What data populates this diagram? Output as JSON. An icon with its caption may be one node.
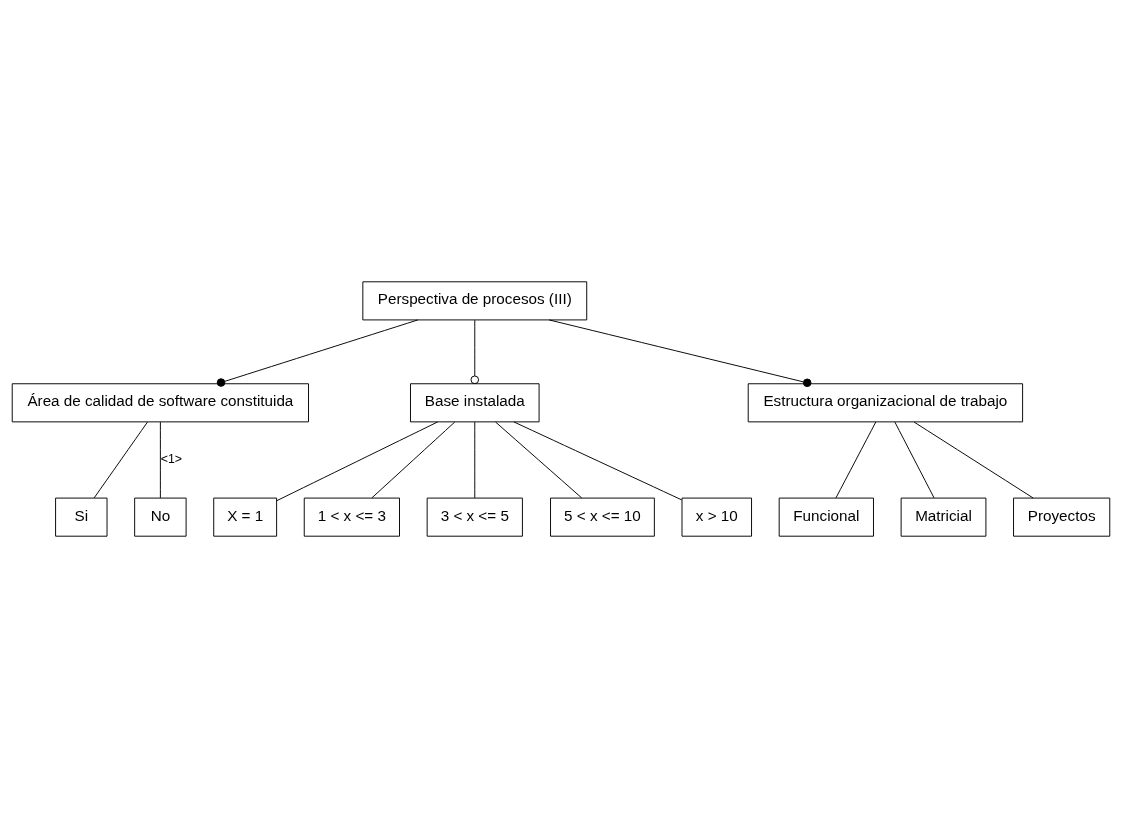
{
  "diagram": {
    "nodes": [
      {
        "text": [
          "Perspectiva de procesos (III)"
        ]
      },
      {
        "text": [
          "Área de calidad de software constituida"
        ]
      },
      {
        "text": [
          "Base instalada"
        ]
      },
      {
        "text": [
          "Estructura organizacional de trabajo"
        ]
      },
      {
        "text": [
          "Si"
        ]
      },
      {
        "text": [
          "No"
        ]
      },
      {
        "text": [
          "X = 1"
        ]
      },
      {
        "text": [
          "1 < x <= 3"
        ]
      },
      {
        "text": [
          "3 < x <= 5"
        ]
      },
      {
        "text": [
          "5 < x <= 10"
        ]
      },
      {
        "text": [
          "x > 10"
        ]
      },
      {
        "text": [
          "Funcional"
        ]
      },
      {
        "text": [
          "Matricial"
        ]
      },
      {
        "text": [
          "Proyectos"
        ]
      }
    ],
    "edges": [
      {
        "from": 0,
        "to": 1,
        "arrow": "other"
      },
      {
        "from": 0,
        "to": 2,
        "arrow": "other"
      },
      {
        "from": 0,
        "to": 3,
        "arrow": "other"
      },
      {
        "from": 1,
        "to": 4,
        "arrow": "none"
      },
      {
        "from": 1,
        "to": 5,
        "arrow": "none",
        "label": "<1>"
      },
      {
        "from": 2,
        "to": 6,
        "arrow": "none"
      },
      {
        "from": 2,
        "to": 7,
        "arrow": "none"
      },
      {
        "from": 2,
        "to": 8,
        "arrow": "none"
      },
      {
        "from": 2,
        "to": 9,
        "arrow": "none"
      },
      {
        "from": 2,
        "to": 10,
        "arrow": "none"
      },
      {
        "from": 3,
        "to": 11,
        "arrow": "none"
      },
      {
        "from": 3,
        "to": 12,
        "arrow": "none"
      },
      {
        "from": 3,
        "to": 13,
        "arrow": "none"
      }
    ]
  }
}
